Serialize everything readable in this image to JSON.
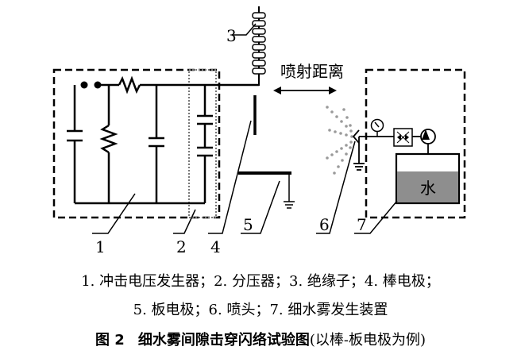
{
  "diagram": {
    "spray_distance_label": "喷射距离",
    "water_label": "水",
    "markers": [
      "1",
      "2",
      "3",
      "4",
      "5",
      "6",
      "7"
    ]
  },
  "caption": {
    "legend_line1": "1. 冲击电压发生器；2. 分压器；3. 绝缘子；4. 棒电极；",
    "legend_line2": "5. 板电极；6. 喷头；7. 细水雾发生装置",
    "figure_number": "图 2",
    "figure_title": "细水雾间隙击穿闪络试验图",
    "figure_note": "(以棒-板电极为例)"
  }
}
